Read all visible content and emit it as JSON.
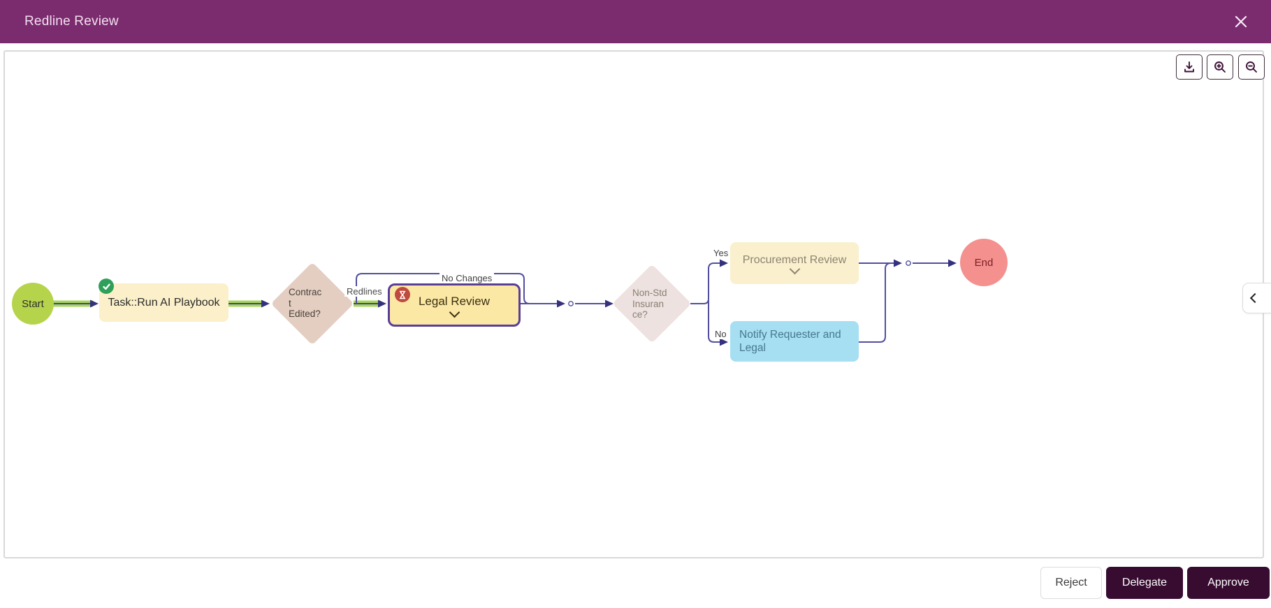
{
  "header": {
    "title": "Redline Review"
  },
  "toolbar": {
    "download_icon": "download",
    "zoom_in_icon": "zoom-in",
    "zoom_out_icon": "zoom-out"
  },
  "diagram": {
    "nodes": {
      "start": {
        "label": "Start",
        "color": "#B6D44B"
      },
      "task": {
        "label": "Task::Run AI Playbook",
        "status_icon": "check-complete",
        "color": "#FBF0C9"
      },
      "contract_decision": {
        "label": "Contract Edited?",
        "display": "Contrac\nt\nEdited?",
        "color": "#E4CEC2"
      },
      "legal_review": {
        "label": "Legal Review",
        "status_icon": "hourglass-in-progress",
        "color": "#FCE8A5",
        "border_color": "#5A3E96"
      },
      "insurance_decision": {
        "label": "Non-Std Insurance?",
        "display": "Non-Std\nInsuran\nce?",
        "color": "#EDE2DF"
      },
      "procurement_review": {
        "label": "Procurement Review",
        "color": "#FAF0CD"
      },
      "notify": {
        "label": "Notify Requester and Legal",
        "color": "#A6DEF2"
      },
      "end": {
        "label": "End",
        "color": "#F4908E"
      }
    },
    "edge_labels": {
      "redlines": "Redlines",
      "no_changes": "No Changes",
      "yes": "Yes",
      "no": "No"
    },
    "colors": {
      "edge": "#514E9E",
      "edge_arrow": "#34317E",
      "traversed_highlight": "#A8D75B",
      "header_bg": "#7B2C6F",
      "action_btn_bg": "#380C31"
    }
  },
  "footer": {
    "reject": "Reject",
    "delegate": "Delegate",
    "approve": "Approve"
  }
}
